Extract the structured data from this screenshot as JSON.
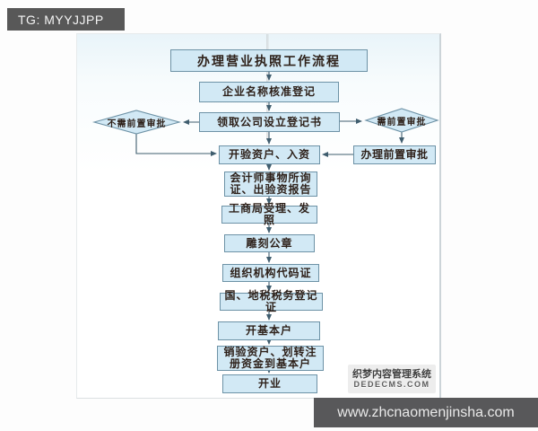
{
  "banner": {
    "text": "TG: MYYJJPP"
  },
  "page": {
    "title": "办理营业执照工作流程",
    "nodes": [
      {
        "label": "企业名称核准登记"
      },
      {
        "label": "领取公司设立登记书"
      },
      {
        "label": "开验资户、入资"
      },
      {
        "label": "会计师事物所询证、出验资报告"
      },
      {
        "label": "工商局受理、发照"
      },
      {
        "label": "雕刻公章"
      },
      {
        "label": "组织机构代码证"
      },
      {
        "label": "国、地税税务登记证"
      },
      {
        "label": "开基本户"
      },
      {
        "label": "销验资户、划转注册资金到基本户"
      },
      {
        "label": "开业"
      }
    ],
    "branches": {
      "left_diamond": "不需前置审批",
      "right_diamond": "需前置审批",
      "side_box": "办理前置审批"
    }
  },
  "watermark": {
    "line1": "织梦内容管理系统",
    "line2": "DEDECMS.COM"
  },
  "bottom_bar": {
    "url": "www.zhcnaomenjinsha.com"
  },
  "colors": {
    "node_fill": "#d2e9f5",
    "node_border": "#6d92a6",
    "connector": "#3f5d6e",
    "banner_bg": "#585858",
    "banner_text": "#f5f5f5",
    "bar_bg": "#58585a",
    "bar_text": "#e9e9e9",
    "node_text": "#2e211a"
  }
}
